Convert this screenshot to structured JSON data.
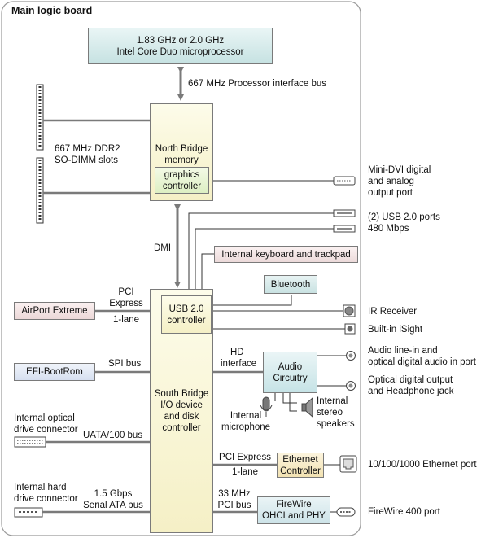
{
  "board": {
    "title": "Main logic board"
  },
  "cpu": {
    "line1": "1.83 GHz or 2.0 GHz",
    "line2": "Intel Core Duo microprocessor"
  },
  "bus_processor": "667 MHz Processor interface bus",
  "north_bridge": {
    "line1": "North Bridge",
    "line2": "memory",
    "line3": "controller"
  },
  "graphics": {
    "line1": "graphics",
    "line2": "controller"
  },
  "memory": {
    "line1": "667 MHz DDR2",
    "line2": "SO-DIMM slots"
  },
  "mini_dvi": {
    "line1": "Mini-DVI digital",
    "line2": "and analog",
    "line3": "output port"
  },
  "usb_ports": {
    "line1": "(2) USB 2.0 ports",
    "line2": "480 Mbps"
  },
  "dmi": "DMI",
  "keyboard": "Internal keyboard and trackpad",
  "bluetooth": "Bluetooth",
  "pci_express_airport": {
    "line1": "PCI",
    "line2": "Express",
    "line3": "1-lane"
  },
  "airport": "AirPort Extreme",
  "usb_controller": {
    "line1": "USB 2.0",
    "line2": "controller"
  },
  "ir_receiver": "IR Receiver",
  "isight": "Built-in iSight",
  "spi_bus": "SPI bus",
  "efi": "EFI-BootRom",
  "hd_interface": {
    "line1": "HD",
    "line2": "interface"
  },
  "audio": {
    "line1": "Audio",
    "line2": "Circuitry"
  },
  "audio_in": {
    "line1": "Audio line-in and",
    "line2": "optical digital audio in port"
  },
  "audio_out": {
    "line1": "Optical digital output",
    "line2": "and Headphone jack"
  },
  "south_bridge": {
    "line1": "South Bridge",
    "line2": "I/O device",
    "line3": "and disk",
    "line4": "controller"
  },
  "microphone": {
    "line1": "Internal",
    "line2": "microphone"
  },
  "speakers": {
    "line1": "Internal",
    "line2": "stereo",
    "line3": "speakers"
  },
  "optical_drive": {
    "line1": "Internal optical",
    "line2": "drive connector"
  },
  "uata_bus": "UATA/100 bus",
  "pci_express_eth": {
    "line1": "PCI Express",
    "line2": "1-lane"
  },
  "ethernet": {
    "line1": "Ethernet",
    "line2": "Controller"
  },
  "ethernet_port": "10/100/1000 Ethernet port",
  "hard_drive": {
    "line1": "Internal hard",
    "line2": "drive connector"
  },
  "sata_bus": {
    "line1": "1.5 Gbps",
    "line2": "Serial ATA bus"
  },
  "pci_bus_fw": {
    "line1": "33 MHz",
    "line2": "PCI bus"
  },
  "firewire": {
    "line1": "FireWire",
    "line2": "OHCI and PHY"
  },
  "firewire_port": "FireWire 400 port"
}
